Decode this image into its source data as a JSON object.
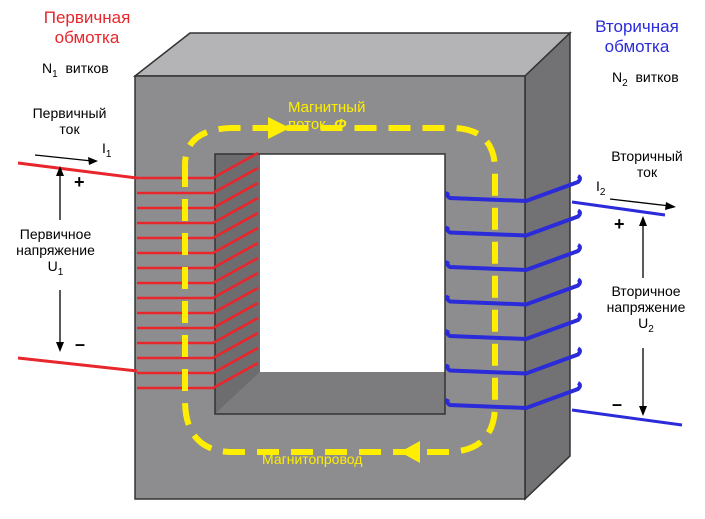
{
  "primary": {
    "title_line1": "Первичная",
    "title_line2": "обмотка",
    "turns_symbol": "N",
    "turns_sub": "1",
    "turns_word": "витков",
    "current_line1": "Первичный",
    "current_line2": "ток",
    "current_symbol": "I",
    "current_sub": "1",
    "voltage_line1": "Первичное",
    "voltage_line2": "напряжение",
    "voltage_symbol": "U",
    "voltage_sub": "1",
    "plus": "+",
    "minus": "–"
  },
  "secondary": {
    "title_line1": "Вторичная",
    "title_line2": "обмотка",
    "turns_symbol": "N",
    "turns_sub": "2",
    "turns_word": "витков",
    "current_line1": "Вторичный",
    "current_line2": "ток",
    "current_symbol": "I",
    "current_sub": "2",
    "voltage_line1": "Вторичное",
    "voltage_line2": "напряжение",
    "voltage_symbol": "U",
    "voltage_sub": "2",
    "plus": "+",
    "minus": "–"
  },
  "core": {
    "flux_line1": "Магнитный",
    "flux_line2": "поток,",
    "flux_symbol": "Φ",
    "core_label": "Магнитопровод"
  },
  "colors": {
    "primary": "#e8262b",
    "secondary": "#2b2bd9",
    "flux": "#ffee00",
    "core_front": "#8c8c8e",
    "core_top": "#b4b4b6",
    "core_side": "#707072"
  }
}
